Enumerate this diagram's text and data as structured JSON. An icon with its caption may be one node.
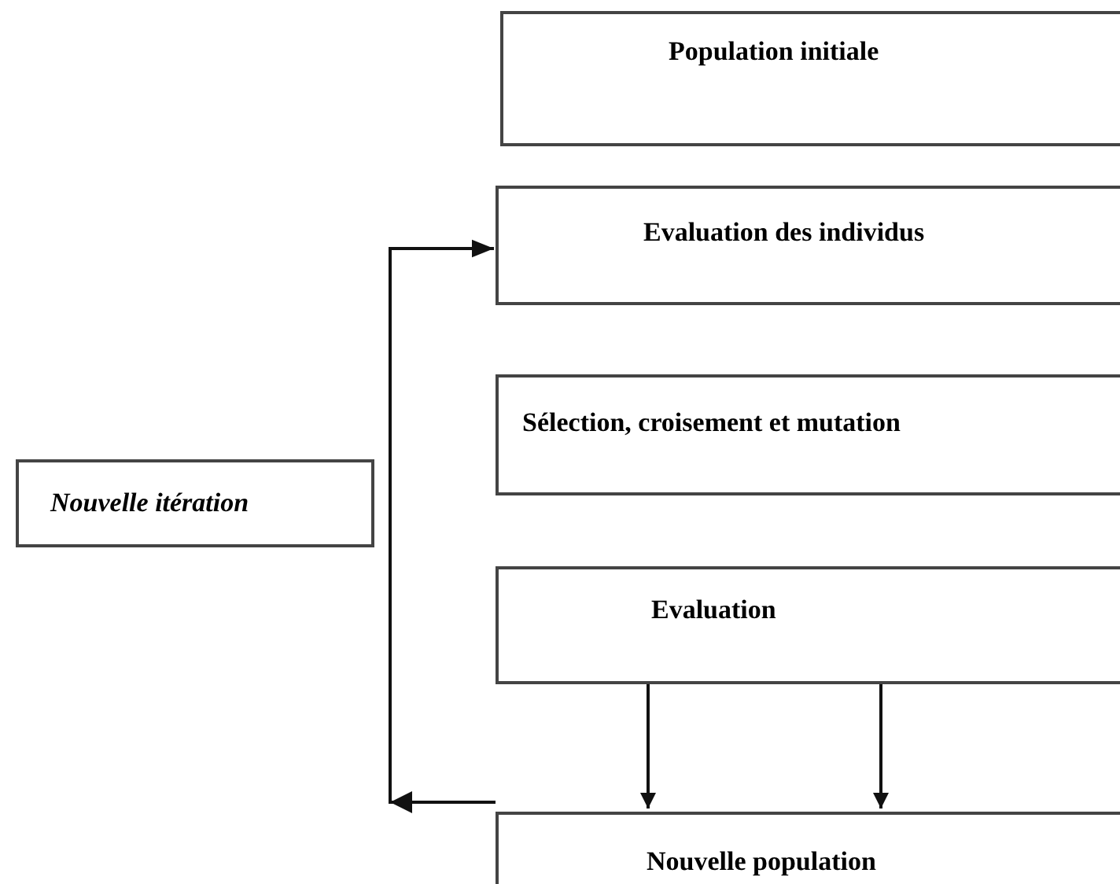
{
  "diagram": {
    "nodes": [
      {
        "text": [
          "Population initiale"
        ]
      },
      {
        "text": [
          "Evaluation des individus"
        ]
      },
      {
        "text": [
          "Sélection, croisement et mutation"
        ]
      },
      {
        "text": [
          "Evaluation"
        ]
      },
      {
        "text": [
          "Nouvelle population"
        ]
      },
      {
        "text": [
          "Nouvelle itération"
        ]
      }
    ],
    "edges": [
      {
        "from": 3,
        "to": 4,
        "arrow": "to"
      },
      {
        "from": 3,
        "to": 4,
        "arrow": "to"
      },
      {
        "from": 4,
        "to": 1,
        "arrow": "to"
      }
    ]
  }
}
